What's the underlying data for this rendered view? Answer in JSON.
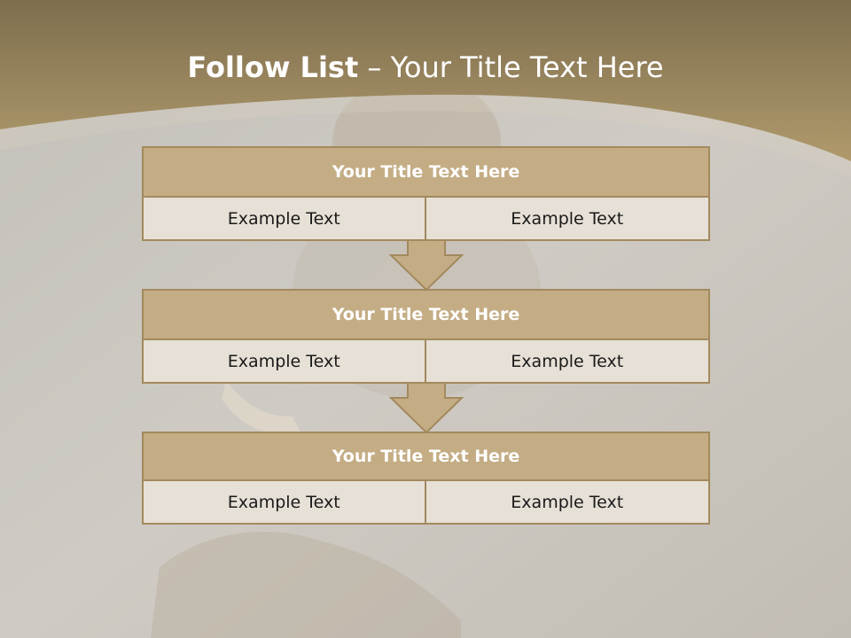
{
  "title": {
    "bold": "Follow List",
    "rest": "– Your Title Text Here"
  },
  "blocks": [
    {
      "heading": "Your Title Text Here",
      "left": "Example Text",
      "right": "Example Text"
    },
    {
      "heading": "Your Title Text Here",
      "left": "Example Text",
      "right": "Example Text"
    },
    {
      "heading": "Your Title Text Here",
      "left": "Example Text",
      "right": "Example Text"
    }
  ],
  "colors": {
    "header_band": "#a08c66",
    "box_header": "#c4ad85",
    "box_cell": "#e6e0d6",
    "border": "#a3895d"
  },
  "icons": [
    "down-arrow-icon"
  ]
}
